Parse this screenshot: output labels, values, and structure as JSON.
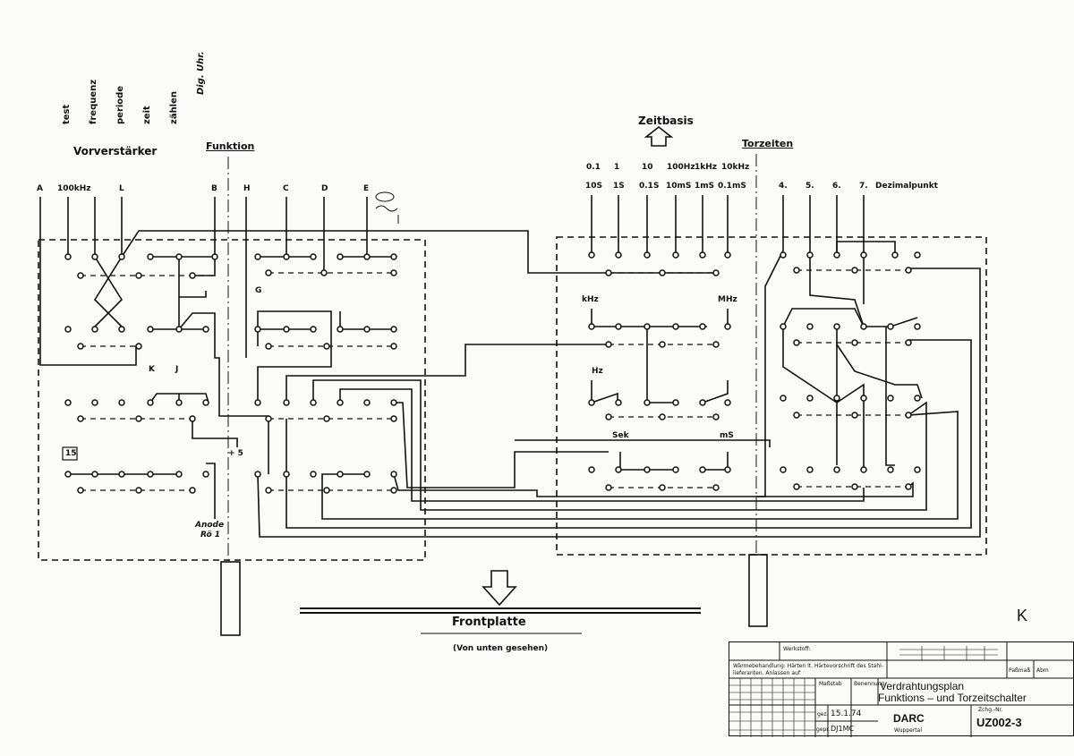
{
  "vertical_labels": [
    "test",
    "frequenz",
    "periode",
    "zeit",
    "zählen",
    "Dig. Uhr."
  ],
  "left_block": {
    "vorverstaerker": "Vorverstärker",
    "funktion": "Funktion",
    "col_labels": [
      "A",
      "100kHz",
      "L",
      "B",
      "H",
      "C",
      "D",
      "E"
    ],
    "g": "G",
    "k": "K",
    "j": "J",
    "marker_15": "15",
    "plus5": "+ 5",
    "anode": "Anode",
    "roe": "Rö 1"
  },
  "right_block": {
    "zeitbasis": "Zeitbasis",
    "torzeiten": "Torzeiten",
    "top_row": [
      "0.1",
      "1",
      "10",
      "100Hz",
      "1kHz",
      "10kHz"
    ],
    "second_row": [
      "10S",
      "1S",
      "0.1S",
      "10mS",
      "1mS",
      "0.1mS"
    ],
    "digits": [
      "4.",
      "5.",
      "6.",
      "7."
    ],
    "dezimalpunkt": "Dezimalpunkt",
    "khz": "kHz",
    "mhz": "MHz",
    "hz": "Hz",
    "sek": "Sek",
    "ms": "mS"
  },
  "frontplatte": "Frontplatte",
  "von_unten": "(Von unten gesehen)",
  "margin_mark": "K",
  "title_block": {
    "werkstoff": "Werkstoff:",
    "waerme": "Wärmebehandlung: Härten lt. Härtevorschrift des Stahl-",
    "lieferanten": "lieferanten. Anlassen auf",
    "massstab": "Maßstab",
    "benennung": "Benennung",
    "title1": "Verdrahtungsplan",
    "title2": "Funktions – und Torzeitschalter",
    "gez": "gez.",
    "gez_date": "15.1.74",
    "gepr": "gepr.",
    "gepr_name": "DJ1MC",
    "org": "DARC",
    "city": "Wuppertal",
    "zchg_label": "Zchg.-Nr.",
    "zchg_nr": "UZ002-3",
    "pasmass": "Paßmaß",
    "abm": "Abm"
  }
}
